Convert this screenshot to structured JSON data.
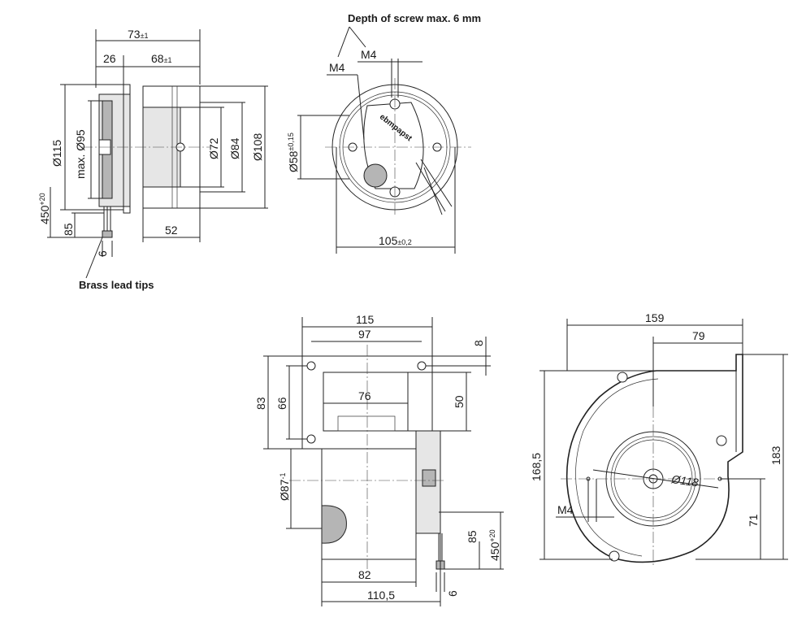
{
  "labels": {
    "depth_of_screw": "Depth of screw max. 6 mm",
    "brass_lead_tips": "Brass lead tips",
    "logo_text": "ebmpapst"
  },
  "dims": {
    "d73": "73",
    "d73_tol": "±1",
    "d26": "26",
    "d68": "68",
    "d68_tol": "±1",
    "d115_dia": "Ø115",
    "max_095": "max. Ø95",
    "d450": "450",
    "d450_tol": "+20",
    "d85": "85",
    "d6": "6",
    "d72": "Ø72",
    "d84": "Ø84",
    "d108": "Ø108",
    "d52": "52",
    "m4a": "M4",
    "m4b": "M4",
    "d58": "Ø58",
    "d58_tol": "±0,15",
    "d105": "105",
    "d105_tol": "±0,2",
    "b115": "115",
    "b97": "97",
    "b8": "8",
    "b83": "83",
    "b66": "66",
    "b76": "76",
    "b50": "50",
    "b87": "Ø87",
    "b87_tol": "-1",
    "b85": "85",
    "b450": "450",
    "b450_tol": "+20",
    "b82": "82",
    "b110": "110,5",
    "b6": "6",
    "r159": "159",
    "r79": "79",
    "r168": "168,5",
    "r183": "183",
    "r118": "Ø118",
    "rm4": "M4",
    "r71": "71"
  }
}
